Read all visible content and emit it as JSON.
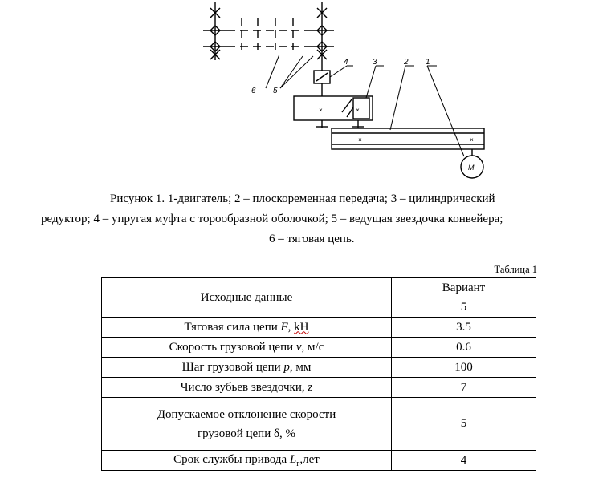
{
  "figure": {
    "labels": [
      "1",
      "2",
      "3",
      "4",
      "5",
      "6"
    ],
    "motor_symbol": "M"
  },
  "caption": {
    "line1": "Рисунок 1. 1-двигатель; 2 – плоскоременная передача; 3 – цилиндрический",
    "line2": "редуктор; 4 – упругая муфта с торообразной оболочкой; 5 – ведущая звездочка конвейера;",
    "line3": "6 – тяговая цепь."
  },
  "table": {
    "label": "Таблица 1",
    "header_param": "Исходные данные",
    "header_variant": "Вариант",
    "variant_number": "5",
    "rows": [
      {
        "pre": "Тяговая сила цепи ",
        "sym": "F",
        "post": ", ",
        "wavy": "kH",
        "value": "3.5"
      },
      {
        "pre": "Скорость грузовой цепи ",
        "sym": "v",
        "post": ", м/с",
        "value": "0.6"
      },
      {
        "pre": "Шаг грузовой цепи ",
        "sym": "p",
        "post": ", мм",
        "value": "100"
      },
      {
        "pre": "Число зубьев звездочки, ",
        "sym": "z",
        "post": "",
        "value": "7"
      },
      {
        "line1": "Допускаемое отклонение скорости",
        "line2": "грузовой цепи δ, %",
        "value": "5"
      },
      {
        "pre": "Срок службы привода ",
        "sym": "L",
        "sub": "г",
        "post": ",лет",
        "value": "4"
      }
    ]
  }
}
